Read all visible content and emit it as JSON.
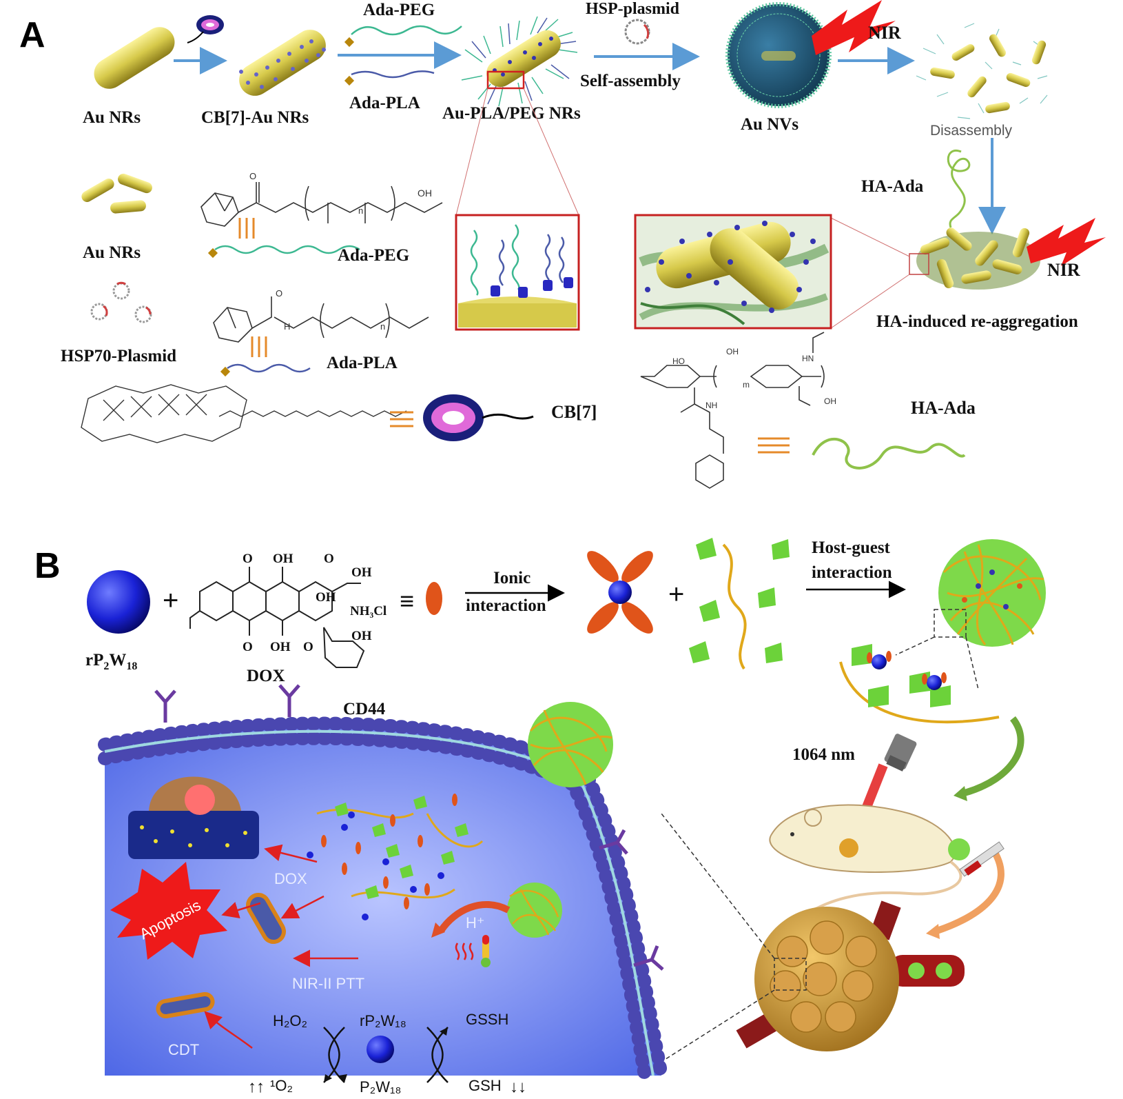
{
  "panelA": {
    "panel_label": "A",
    "steps": {
      "au_nrs": "Au NRs",
      "cb7_au_nrs": "CB[7]-Au NRs",
      "ada_peg": "Ada-PEG",
      "ada_pla": "Ada-PLA",
      "au_pla_peg_nrs": "Au-PLA/PEG NRs",
      "hsp_plasmid": "HSP-plasmid",
      "self_assembly": "Self-assembly",
      "au_nvs": "Au NVs",
      "nir_top": "NIR",
      "disassembly": "Disassembly",
      "ha_ada_arrow": "HA-Ada",
      "nir_right": "NIR",
      "ha_reaggregation": "HA-induced re-aggregation"
    },
    "legend": {
      "au_nrs": "Au NRs",
      "hsp70_plasmid": "HSP70-Plasmid",
      "ada_peg": "Ada-PEG",
      "ada_pla": "Ada-PLA",
      "cb7": "CB[7]",
      "ha_ada": "HA-Ada"
    },
    "structure_text": {
      "oh1": "OH",
      "n_sub": "n",
      "h_sub": "H",
      "n_sub2": "n",
      "ho": "HO",
      "oh2": "OH",
      "m_sub": "m",
      "hn": "HN",
      "nh": "NH",
      "oh3": "OH",
      "o_atoms": "O"
    }
  },
  "panelB": {
    "panel_label": "B",
    "reagents": {
      "rp2w18_base": "rP",
      "rp2w18_sub1": "2",
      "rp2w18_w": "W",
      "rp2w18_sub2": "18",
      "dox": "DOX",
      "plus": "+",
      "equiv": "≡"
    },
    "dox_structure": {
      "oh_a": "OH",
      "oh_b": "OH",
      "oh_c": "OH",
      "oh_d": "OH",
      "o_a": "O",
      "o_b": "O",
      "o_c": "O",
      "o_d": "O",
      "nh3cl": "NH₃Cl",
      "oh_e": "OH"
    },
    "arrows": {
      "ionic_l1": "Ionic",
      "ionic_l2": "interaction",
      "hostguest_l1": "Host-guest",
      "hostguest_l2": "interaction"
    },
    "cell": {
      "cd44": "CD44",
      "dox_label": "DOX",
      "apoptosis": "Apoptosis",
      "nir_ptt": "NIR-II PTT",
      "h_plus": "H⁺",
      "cdt": "CDT",
      "h2o2": "H₂O₂",
      "rp2w18": "rP₂W₁₈",
      "p2w18": "P₂W₁₈",
      "gssh": "GSSH",
      "gsh": "GSH",
      "singlet_o2": "¹O₂",
      "up_arrows": "↑↑",
      "down_arrows": "↓↓"
    },
    "laser": "1064 nm"
  }
}
